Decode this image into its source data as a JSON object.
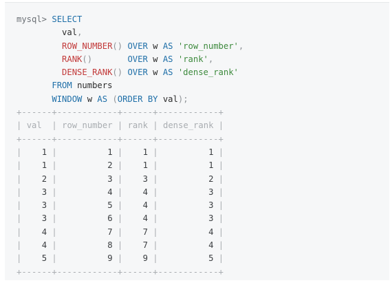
{
  "colors": {
    "background": "#f6f7f8",
    "keyword": "#1f6fa8",
    "function": "#c23a3a",
    "string": "#3d8a3d",
    "punctuation": "#8e9296",
    "text": "#2b2b2b",
    "border": "#a9adb1"
  },
  "query": [
    [
      {
        "t": "mysql> ",
        "k": "prompt"
      },
      {
        "t": "SELECT",
        "k": "kw"
      }
    ],
    [
      {
        "t": "         val",
        "k": "plain"
      },
      {
        "t": ",",
        "k": "punc"
      }
    ],
    [
      {
        "t": "         ",
        "k": "plain"
      },
      {
        "t": "ROW_NUMBER",
        "k": "fn"
      },
      {
        "t": "() ",
        "k": "punc"
      },
      {
        "t": "OVER",
        "k": "kw"
      },
      {
        "t": " w ",
        "k": "plain"
      },
      {
        "t": "AS",
        "k": "kw"
      },
      {
        "t": " ",
        "k": "plain"
      },
      {
        "t": "'row_number'",
        "k": "str"
      },
      {
        "t": ",",
        "k": "punc"
      }
    ],
    [
      {
        "t": "         ",
        "k": "plain"
      },
      {
        "t": "RANK",
        "k": "fn"
      },
      {
        "t": "()       ",
        "k": "punc"
      },
      {
        "t": "OVER",
        "k": "kw"
      },
      {
        "t": " w ",
        "k": "plain"
      },
      {
        "t": "AS",
        "k": "kw"
      },
      {
        "t": " ",
        "k": "plain"
      },
      {
        "t": "'rank'",
        "k": "str"
      },
      {
        "t": ",",
        "k": "punc"
      }
    ],
    [
      {
        "t": "         ",
        "k": "plain"
      },
      {
        "t": "DENSE_RANK",
        "k": "fn"
      },
      {
        "t": "() ",
        "k": "punc"
      },
      {
        "t": "OVER",
        "k": "kw"
      },
      {
        "t": " w ",
        "k": "plain"
      },
      {
        "t": "AS",
        "k": "kw"
      },
      {
        "t": " ",
        "k": "plain"
      },
      {
        "t": "'dense_rank'",
        "k": "str"
      }
    ],
    [
      {
        "t": "       ",
        "k": "plain"
      },
      {
        "t": "FROM",
        "k": "kw"
      },
      {
        "t": " numbers",
        "k": "plain"
      }
    ],
    [
      {
        "t": "       ",
        "k": "plain"
      },
      {
        "t": "WINDOW",
        "k": "kw"
      },
      {
        "t": " w ",
        "k": "plain"
      },
      {
        "t": "AS",
        "k": "kw"
      },
      {
        "t": " (",
        "k": "punc"
      },
      {
        "t": "ORDER BY",
        "k": "kw"
      },
      {
        "t": " val",
        "k": "plain"
      },
      {
        "t": ");",
        "k": "punc"
      }
    ]
  ],
  "result": {
    "separator": "+------+------------+------+------------+",
    "header": "| val  | row_number | rank | dense_rank |",
    "rows": [
      "|    1 |          1 |    1 |          1 |",
      "|    1 |          2 |    1 |          1 |",
      "|    2 |          3 |    3 |          2 |",
      "|    3 |          4 |    4 |          3 |",
      "|    3 |          5 |    4 |          3 |",
      "|    3 |          6 |    4 |          3 |",
      "|    4 |          7 |    7 |          4 |",
      "|    4 |          8 |    7 |          4 |",
      "|    5 |          9 |    9 |          5 |"
    ]
  }
}
